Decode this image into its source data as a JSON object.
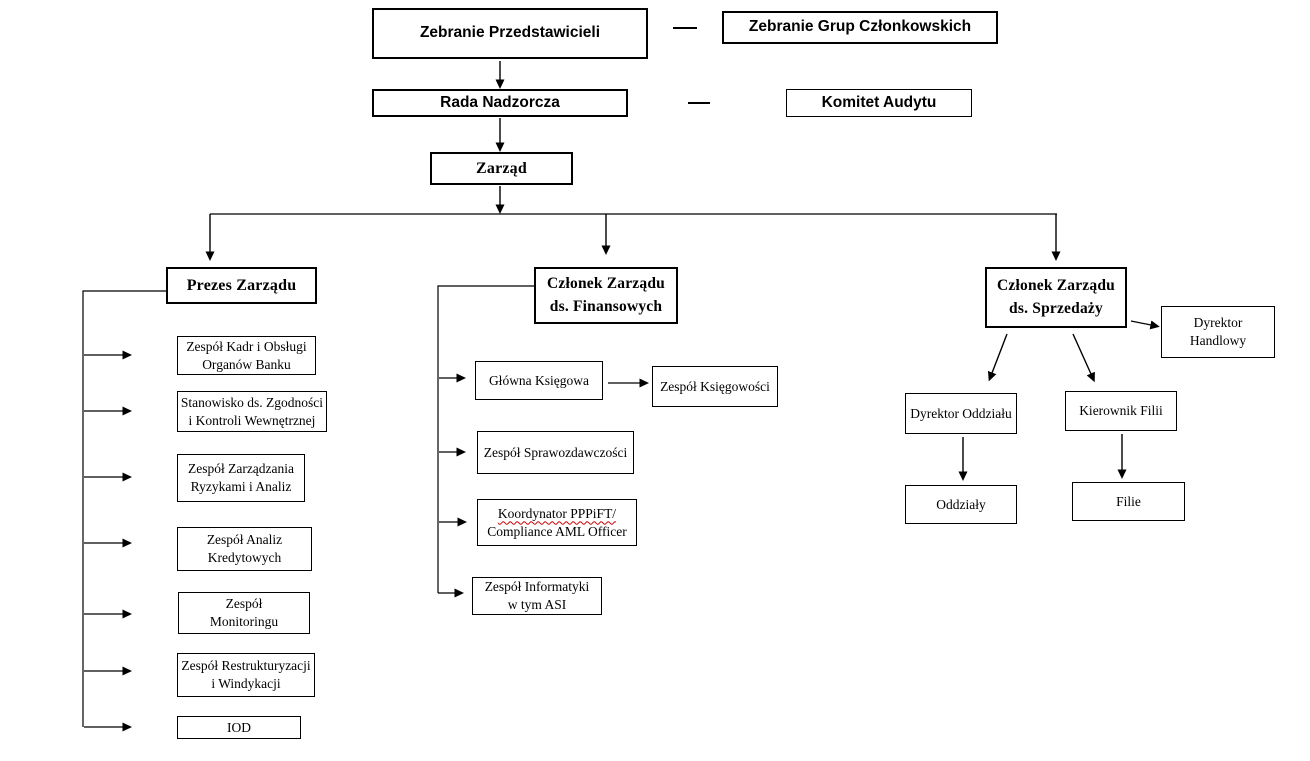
{
  "diagram": {
    "nodes": {
      "zebranie_przedstawicieli": {
        "lines": [
          "Zebranie Przedstawicieli"
        ]
      },
      "zebranie_grup": {
        "lines": [
          "Zebranie Grup Członkowskich"
        ]
      },
      "rada_nadzorcza": {
        "lines": [
          "Rada Nadzorcza"
        ]
      },
      "komitet_audytu": {
        "lines": [
          "Komitet Audytu"
        ]
      },
      "zarzad": {
        "lines": [
          "Zarząd"
        ]
      },
      "prezes": {
        "lines": [
          "Prezes Zarządu"
        ]
      },
      "czlonek_finansowych": {
        "lines": [
          "Członek Zarządu",
          "ds. Finansowych"
        ]
      },
      "czlonek_sprzedazy": {
        "lines": [
          "Członek Zarządu",
          "ds. Sprzedaży"
        ]
      },
      "dyrektor_handlowy": {
        "lines": [
          "Dyrektor",
          "Handlowy"
        ]
      },
      "kadry": {
        "lines": [
          "Zespół Kadr i Obsługi",
          "Organów Banku"
        ]
      },
      "zgodnosc": {
        "lines": [
          "Stanowisko ds. Zgodności",
          "i Kontroli Wewnętrznej"
        ]
      },
      "ryzyka": {
        "lines": [
          "Zespół Zarządzania",
          "Ryzykami i Analiz"
        ]
      },
      "analizy_kredytowe": {
        "lines": [
          "Zespół Analiz",
          "Kredytowych"
        ]
      },
      "monitoring": {
        "lines": [
          "Zespół",
          "Monitoringu"
        ]
      },
      "restrukturyzacja": {
        "lines": [
          "Zespół Restrukturyzacji",
          "i Windykacji"
        ]
      },
      "iod": {
        "lines": [
          "IOD"
        ]
      },
      "glowna_ksiegowa": {
        "lines": [
          "Główna Księgowa"
        ]
      },
      "zespol_ksiegowosci": {
        "lines": [
          "Zespół Księgowości"
        ]
      },
      "sprawozdawczosc": {
        "lines": [
          "Zespół Sprawozdawczości"
        ]
      },
      "koordynator": {
        "lines": [
          "Koordynator PPPiFT/",
          "Compliance AML Officer"
        ]
      },
      "informatyka": {
        "lines": [
          "Zespół Informatyki",
          "w tym ASI"
        ]
      },
      "dyrektor_oddzialu": {
        "lines": [
          "Dyrektor Oddziału"
        ]
      },
      "kierownik_filii": {
        "lines": [
          "Kierownik Filii"
        ]
      },
      "oddzialy": {
        "lines": [
          "Oddziały"
        ]
      },
      "filie": {
        "lines": [
          "Filie"
        ]
      }
    },
    "colors": {
      "line": "#000000",
      "box_border": "#000000",
      "background": "#ffffff",
      "spellcheck_underline": "#cc0000"
    }
  }
}
